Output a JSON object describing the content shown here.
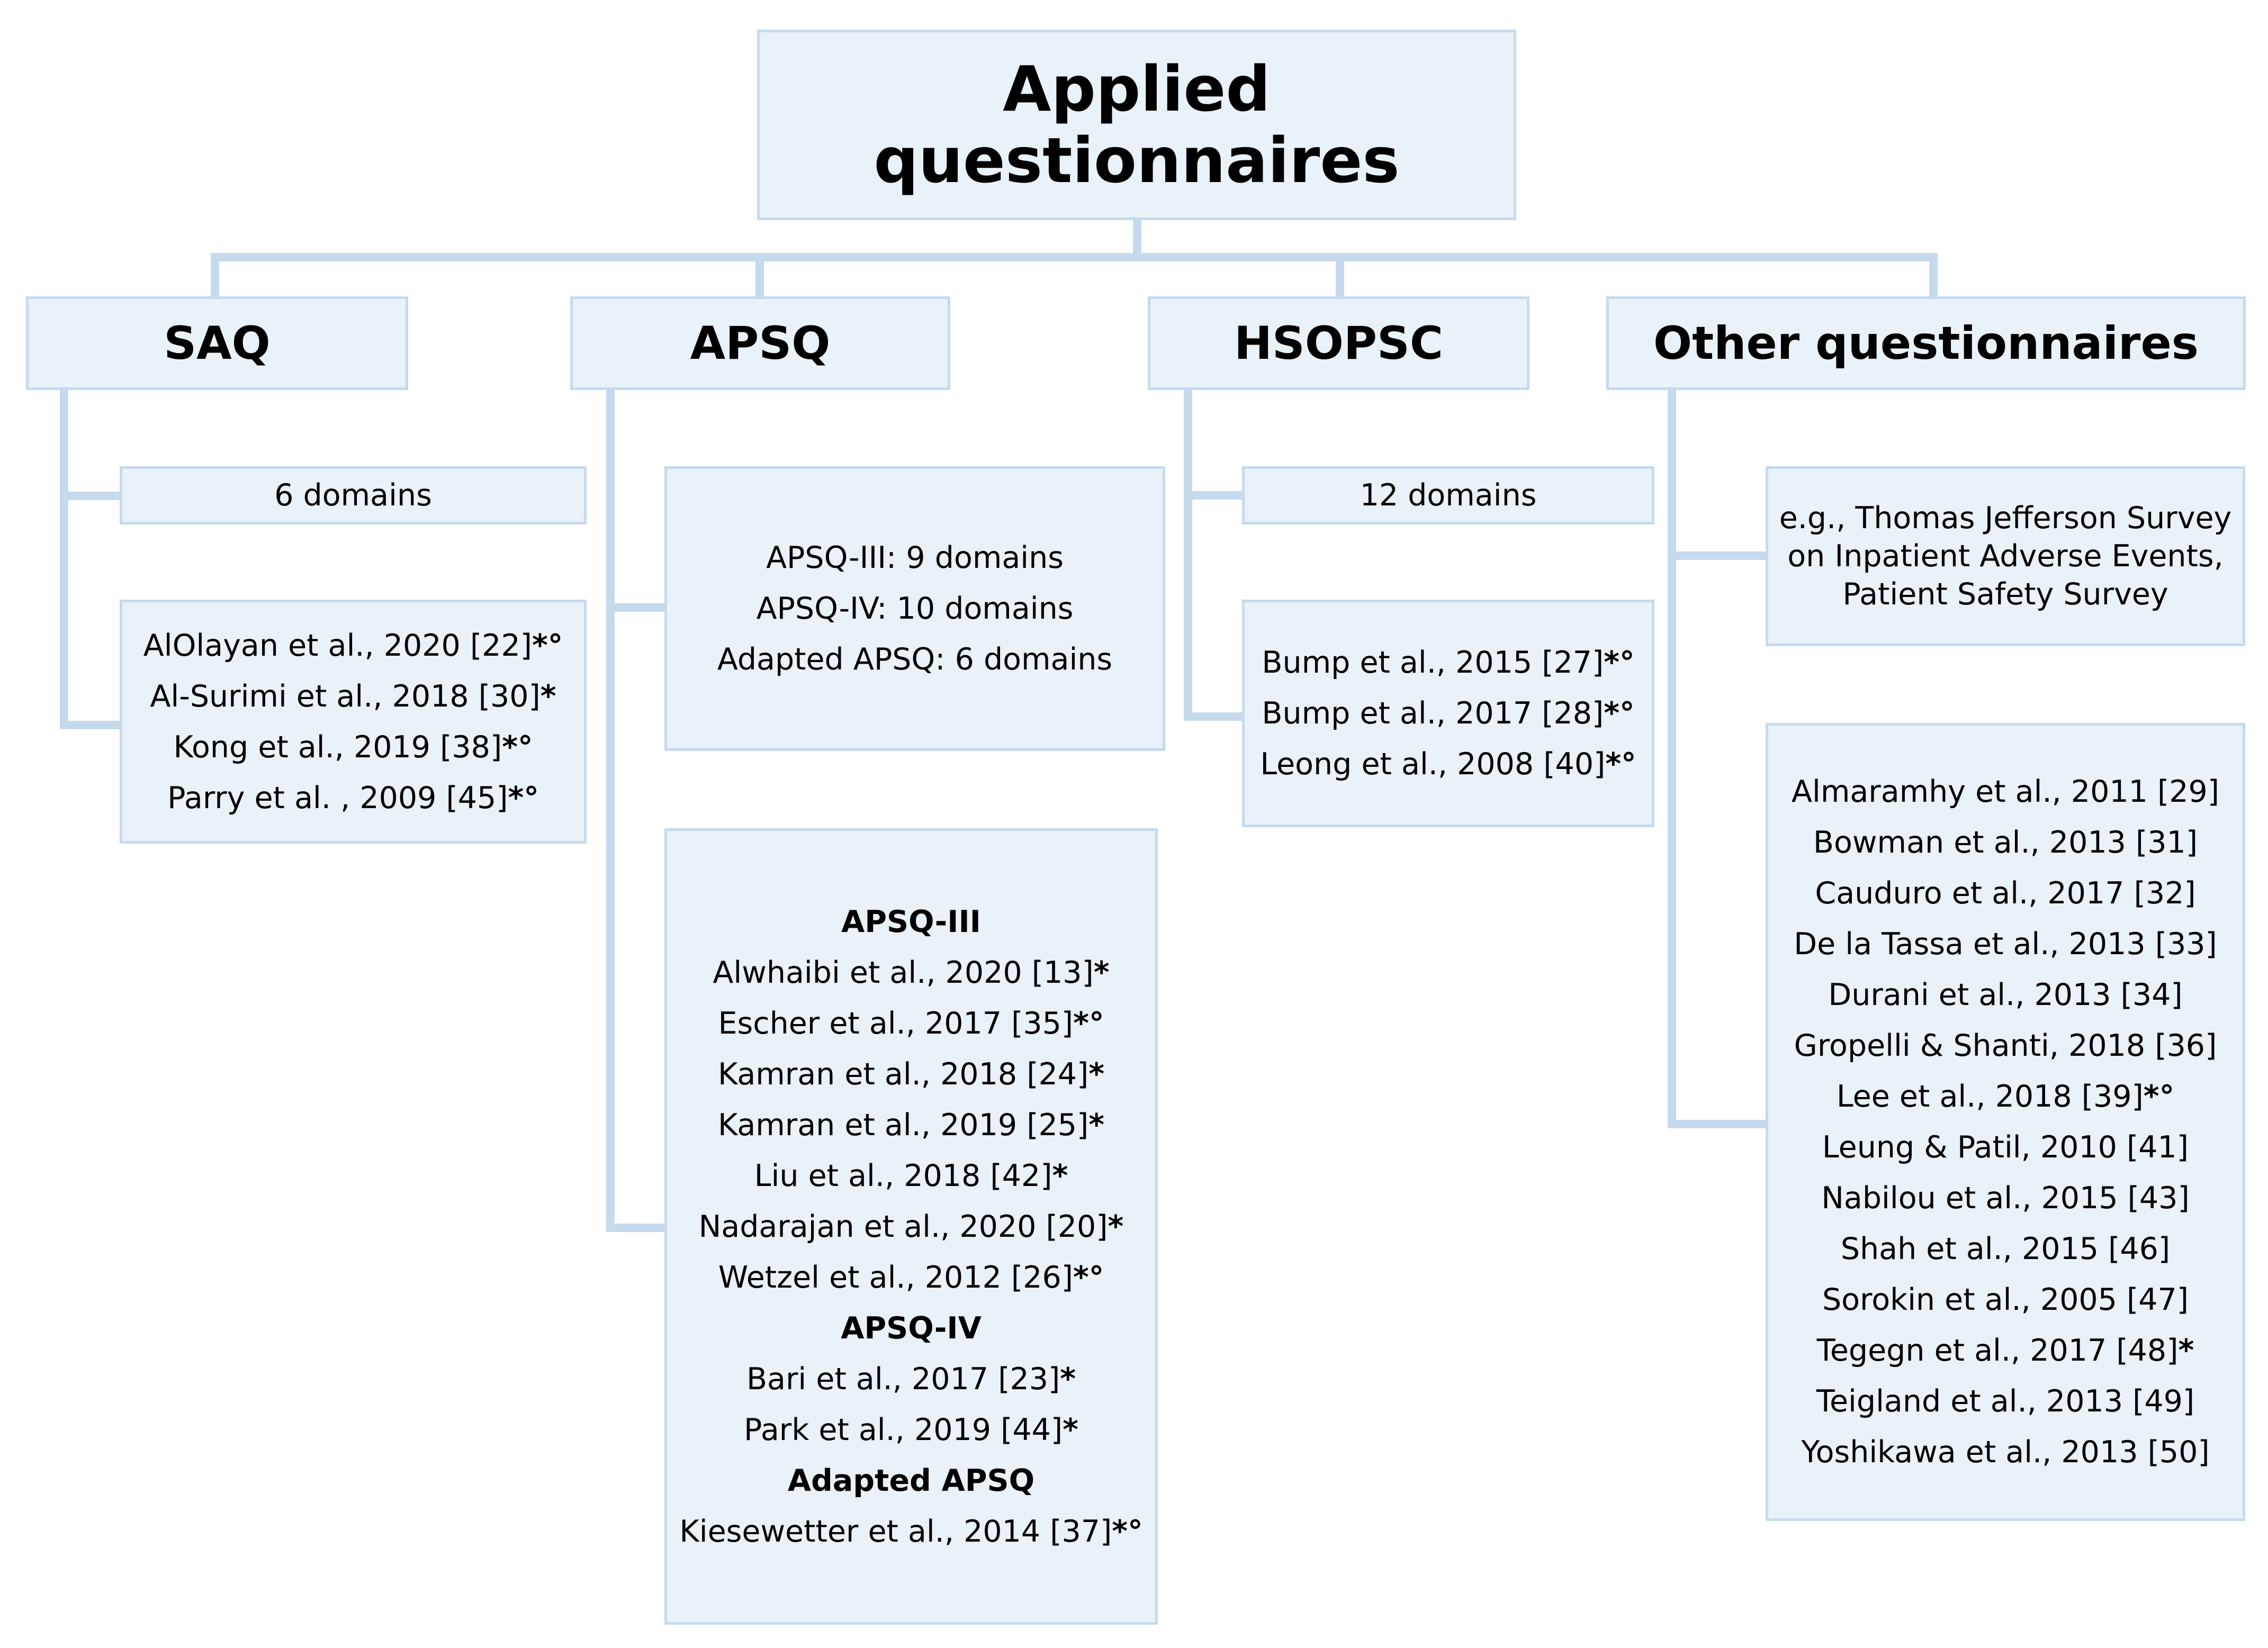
{
  "root": {
    "line1": "Applied",
    "line2": "questionnaires"
  },
  "saq": {
    "header": "SAQ",
    "domains": "6 domains",
    "refs": [
      {
        "text": "AlOlayan et al., 2020 [22]",
        "mark": "*°"
      },
      {
        "text": "Al-Surimi et al., 2018 [30]",
        "mark": "*"
      },
      {
        "text": "Kong et al., 2019 [38]",
        "mark": "*°"
      },
      {
        "text": "Parry et al. , 2009 [45]",
        "mark": "*°"
      }
    ]
  },
  "apsq": {
    "header": "APSQ",
    "domains": [
      "APSQ-III: 9 domains",
      "APSQ-IV: 10 domains",
      "Adapted APSQ: 6 domains"
    ],
    "groups": [
      {
        "title": "APSQ-III",
        "refs": [
          {
            "text": "Alwhaibi et al., 2020 [13]",
            "mark": "*"
          },
          {
            "text": "Escher et al., 2017 [35]",
            "mark": "*°"
          },
          {
            "text": "Kamran et al., 2018 [24]",
            "mark": "*"
          },
          {
            "text": "Kamran et al., 2019 [25]",
            "mark": "*"
          },
          {
            "text": "Liu et al., 2018 [42]",
            "mark": "*"
          },
          {
            "text": "Nadarajan et al., 2020 [20]",
            "mark": "*"
          },
          {
            "text": "Wetzel et al., 2012 [26]",
            "mark": "*°"
          }
        ]
      },
      {
        "title": "APSQ-IV",
        "refs": [
          {
            "text": "Bari et al., 2017 [23]",
            "mark": "*"
          },
          {
            "text": "Park et al., 2019 [44]",
            "mark": "*"
          }
        ]
      },
      {
        "title": "Adapted APSQ",
        "refs": [
          {
            "text": "Kiesewetter et al., 2014 [37]",
            "mark": "*°"
          }
        ]
      }
    ]
  },
  "hsopsc": {
    "header": "HSOPSC",
    "domains": "12 domains",
    "refs": [
      {
        "text": "Bump et al., 2015 [27]",
        "mark": "*°"
      },
      {
        "text": "Bump et al., 2017 [28]",
        "mark": "*°"
      },
      {
        "text": "Leong et al., 2008 [40]",
        "mark": "*°"
      }
    ]
  },
  "other": {
    "header": "Other questionnaires",
    "examples": [
      "e.g., Thomas Jefferson Survey",
      "on Inpatient Adverse Events,",
      "Patient Safety Survey"
    ],
    "refs": [
      {
        "text": "Almaramhy et al., 2011 [29]",
        "mark": ""
      },
      {
        "text": "Bowman et al., 2013 [31]",
        "mark": ""
      },
      {
        "text": "Cauduro et al., 2017 [32]",
        "mark": ""
      },
      {
        "text": "De la Tassa et al., 2013 [33]",
        "mark": ""
      },
      {
        "text": "Durani et al., 2013 [34]",
        "mark": ""
      },
      {
        "text": "Gropelli & Shanti, 2018 [36]",
        "mark": ""
      },
      {
        "text": "Lee et al., 2018 [39]",
        "mark": "*°"
      },
      {
        "text": "Leung & Patil, 2010 [41]",
        "mark": ""
      },
      {
        "text": "Nabilou et al., 2015 [43]",
        "mark": ""
      },
      {
        "text": "Shah et al., 2015 [46]",
        "mark": ""
      },
      {
        "text": "Sorokin et al., 2005 [47]",
        "mark": ""
      },
      {
        "text": "Tegegn et al., 2017 [48]",
        "mark": "*"
      },
      {
        "text": "Teigland et al., 2013 [49]",
        "mark": ""
      },
      {
        "text": "Yoshikawa et al., 2013 [50]",
        "mark": ""
      }
    ]
  }
}
